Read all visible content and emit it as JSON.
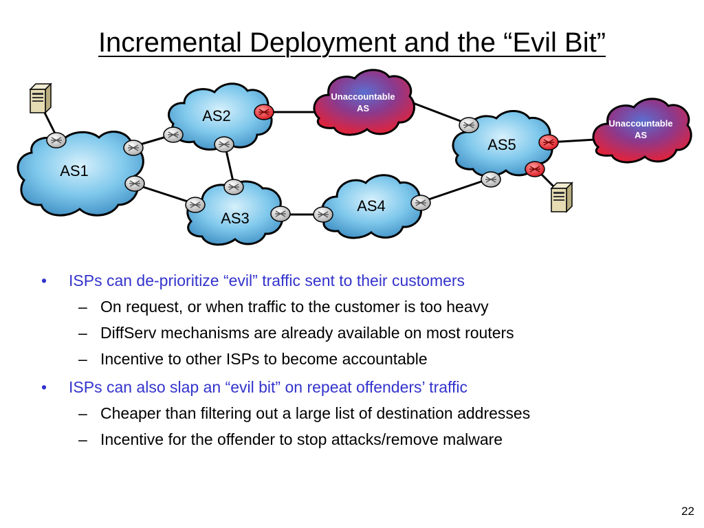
{
  "title": "Incremental Deployment and the “Evil Bit”",
  "diagram": {
    "clouds": {
      "as1": "AS1",
      "as2": "AS2",
      "as3": "AS3",
      "as4": "AS4",
      "as5": "AS5"
    },
    "unaccountable": {
      "line1": "Unaccountable",
      "line2": "AS"
    },
    "colors": {
      "cloud_blue": "#7fc8ec",
      "cloud_red": "#e8243c",
      "router_normal": "#e0e0e0",
      "router_red": "#e8323c",
      "link": "#000000"
    }
  },
  "bullets": [
    {
      "text": "ISPs can de-prioritize “evil” traffic sent to their customers",
      "subs": [
        "On request, or when traffic to the customer is too heavy",
        "DiffServ mechanisms are already available on most routers",
        "Incentive to other ISPs to become accountable"
      ]
    },
    {
      "text": "ISPs can also slap an “evil bit” on repeat offenders’ traffic",
      "subs": [
        "Cheaper than filtering out a large list of destination addresses",
        "Incentive for the offender to stop attacks/remove malware"
      ]
    }
  ],
  "page_number": "22"
}
